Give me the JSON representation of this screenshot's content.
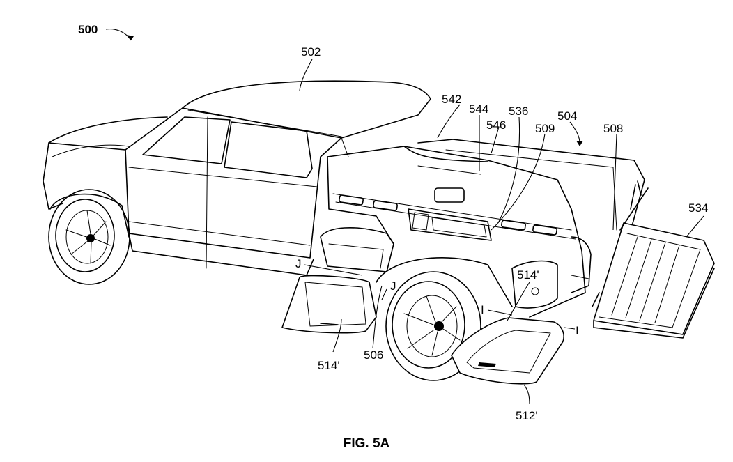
{
  "figure": {
    "ref_main": "500",
    "caption": "FIG. 5A",
    "labels": {
      "truck": "502",
      "bed": "504",
      "wheel_well": "506",
      "tailgate_side": "508",
      "panel_509": "509",
      "compartment_door": "512'",
      "storage_bin_front": "514'",
      "storage_bin_rear": "514'",
      "tailgate": "534",
      "handle": "536",
      "rail": "542",
      "slot": "544",
      "bed_rail": "546",
      "section_j_top": "J",
      "section_j_bottom": "J",
      "section_i_left": "I",
      "section_i_right": "I"
    }
  }
}
